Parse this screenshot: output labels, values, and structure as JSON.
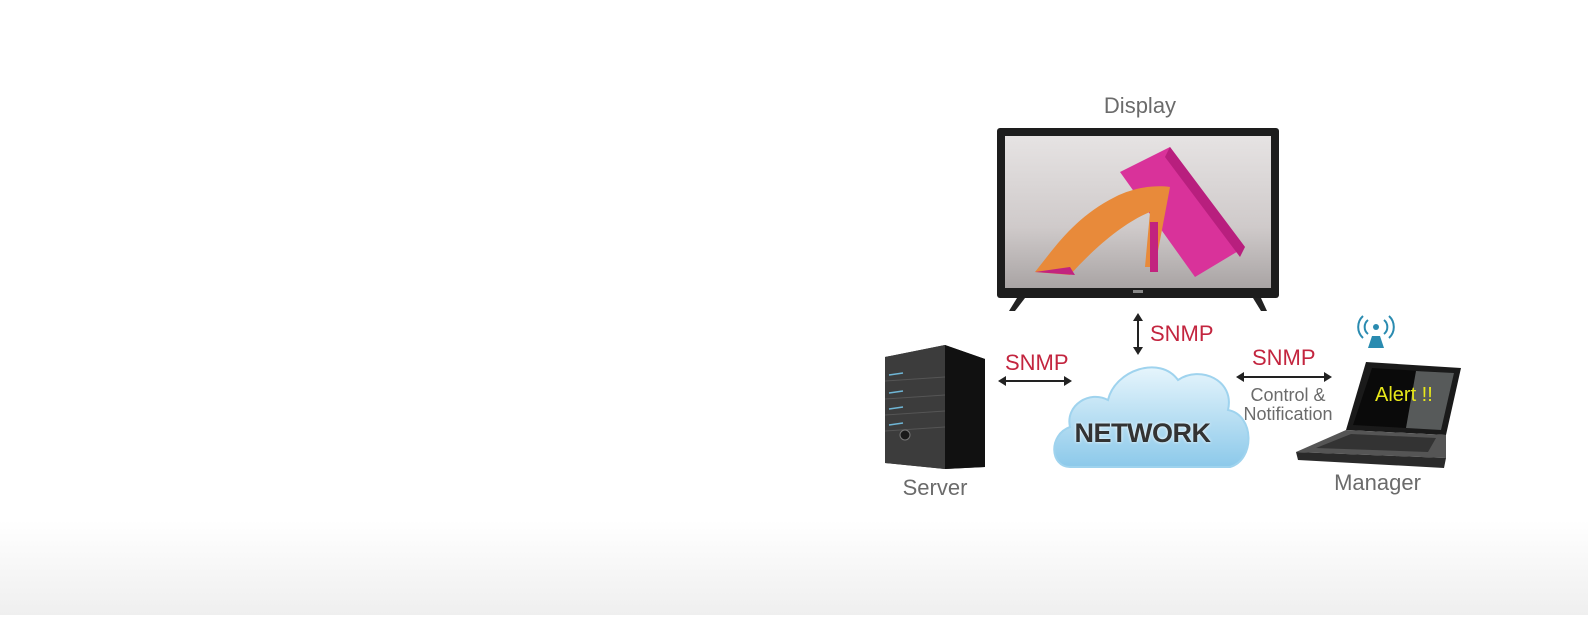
{
  "labels": {
    "display": "Display",
    "server": "Server",
    "manager": "Manager",
    "network": "NETWORK",
    "snmp_display": "SNMP",
    "snmp_server": "SNMP",
    "snmp_manager": "SNMP",
    "control_line1": "Control &",
    "control_line2": "Notification",
    "alert": "Alert !!"
  },
  "colors": {
    "snmp": "#c3253f",
    "label": "#6b6b6b",
    "cloud": "#9fd3ee",
    "alert": "#e8e81a"
  },
  "icons": [
    "tv-display-icon",
    "server-tower-icon",
    "cloud-network-icon",
    "laptop-icon",
    "wireless-signal-icon",
    "double-arrow-icon"
  ]
}
